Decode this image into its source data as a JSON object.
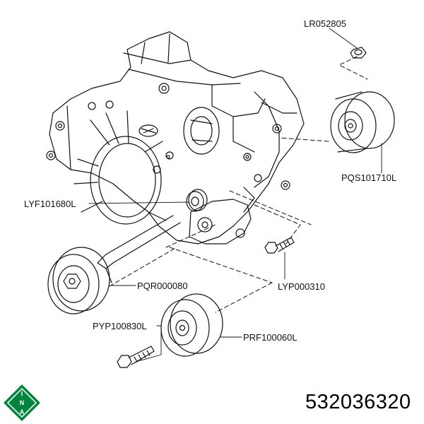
{
  "part_labels": {
    "lr052805": "LR052805",
    "pqs101710l": "PQS101710L",
    "lyf101680l": "LYF101680L",
    "lyp000310": "LYP000310",
    "pqr000080": "PQR000080",
    "pyp100830l": "PYP100830L",
    "prf100060l": "PRF100060L"
  },
  "logo": {
    "brand": "INA",
    "color": "#00843d"
  },
  "footer": {
    "part_number": "532036320"
  }
}
